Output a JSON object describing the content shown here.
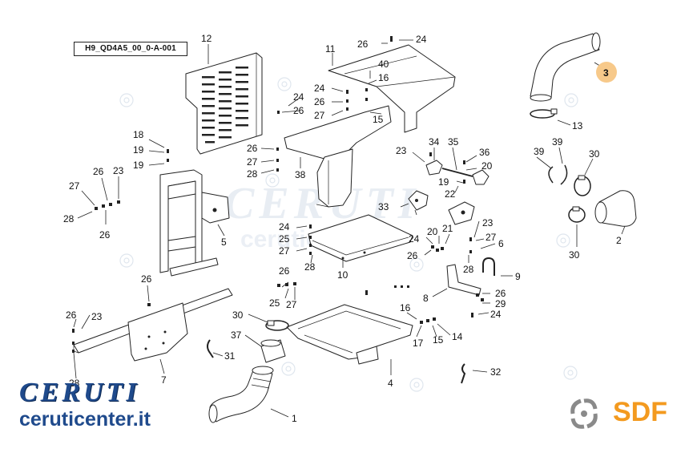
{
  "diagram": {
    "reference_code": "H9_QD4A5_00_0-A-001",
    "highlighted_part": "3",
    "labels": {
      "p1": "1",
      "p2": "2",
      "p3": "3",
      "p4": "4",
      "p5": "5",
      "p6": "6",
      "p7": "7",
      "p8": "8",
      "p9": "9",
      "p10": "10",
      "p11": "11",
      "p12": "12",
      "p13": "13",
      "p14": "14",
      "p15a": "15",
      "p15b": "15",
      "p16a": "16",
      "p16b": "16",
      "p17": "17",
      "p18": "18",
      "p19a": "19",
      "p19b": "19",
      "p19c": "19",
      "p20a": "20",
      "p20b": "20",
      "p21": "21",
      "p22": "22",
      "p23a": "23",
      "p23b": "23",
      "p23c": "23",
      "p23d": "23",
      "p24a": "24",
      "p24b": "24",
      "p24c": "24",
      "p24d": "24",
      "p24e": "24",
      "p24f": "24",
      "p25a": "25",
      "p25b": "25",
      "p26a": "26",
      "p26b": "26",
      "p26c": "26",
      "p26d": "26",
      "p26e": "26",
      "p26f": "26",
      "p26g": "26",
      "p26h": "26",
      "p26i": "26",
      "p26j": "26",
      "p26k": "26",
      "p27a": "27",
      "p27b": "27",
      "p27c": "27",
      "p27d": "27",
      "p27e": "27",
      "p27f": "27",
      "p28a": "28",
      "p28b": "28",
      "p28c": "28",
      "p28d": "28",
      "p28e": "28",
      "p29": "29",
      "p30a": "30",
      "p30b": "30",
      "p30c": "30",
      "p31": "31",
      "p32": "32",
      "p33": "33",
      "p34": "34",
      "p35": "35",
      "p36": "36",
      "p37": "37",
      "p38": "38",
      "p39a": "39",
      "p39b": "39",
      "p40": "40"
    }
  },
  "branding": {
    "ceruti": "CERUTI",
    "ceruti_url": "ceruticenter.it",
    "sdf": "SDF",
    "watermark_ceruti": "CERUTI",
    "watermark_url": "ceruticenter.it",
    "watermark_sdf": "SDF"
  },
  "colors": {
    "highlight_fill": "#f7c98a",
    "ceruti_blue": "#1f4a8c",
    "sdf_orange": "#f39a1f",
    "sdf_gray": "#8a8a8a"
  }
}
